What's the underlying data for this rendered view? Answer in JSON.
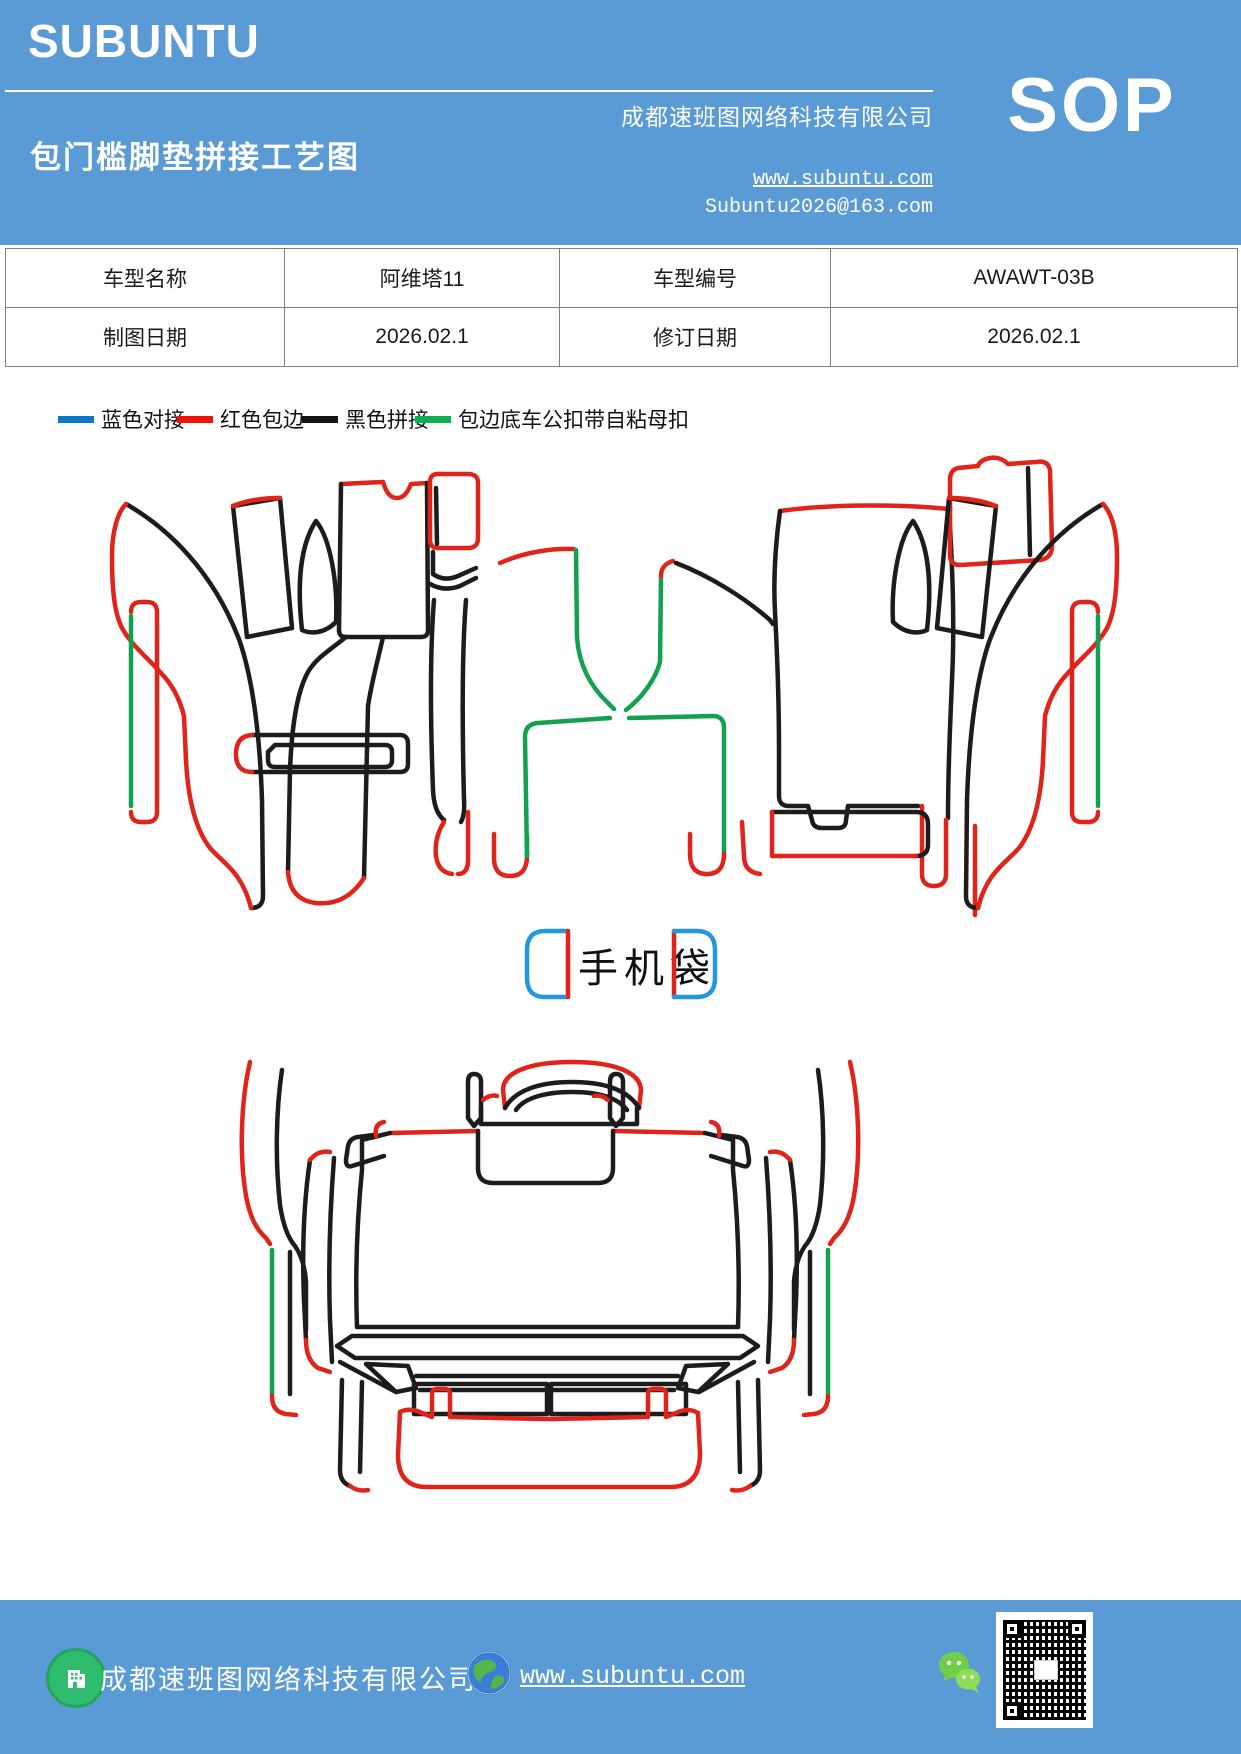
{
  "header": {
    "brand": "SUBUNTU",
    "title": "包门槛脚垫拼接工艺图",
    "company": "成都速班图网络科技有限公司",
    "website": "www.subuntu.com",
    "email": "Subuntu2026@163.com",
    "sop": "SOP"
  },
  "info_table": {
    "rows": [
      [
        "车型名称",
        "阿维塔11",
        "车型编号",
        "AWAWT-03B"
      ],
      [
        "制图日期",
        "2026.02.1",
        "修订日期",
        "2026.02.1"
      ]
    ]
  },
  "legend": {
    "items": [
      {
        "label": "蓝色对接",
        "color": "#0e76c6"
      },
      {
        "label": "红色包边",
        "color": "#ee1309"
      },
      {
        "label": "黑色拼接",
        "color": "#141414"
      },
      {
        "label": "包边底车公扣带自粘母扣",
        "color": "#0fae54"
      }
    ]
  },
  "diagram": {
    "phone_bag_label": "手机袋",
    "colors": {
      "stitch_black": "#1c1c1c",
      "edge_red": "#e02419",
      "buckle_green": "#12a150",
      "butt_blue": "#2497e3"
    }
  },
  "footer": {
    "company": "成都速班图网络科技有限公司",
    "website": "www.subuntu.com",
    "icons": [
      "building-icon",
      "globe-icon",
      "wechat-icon",
      "qr-code"
    ]
  }
}
